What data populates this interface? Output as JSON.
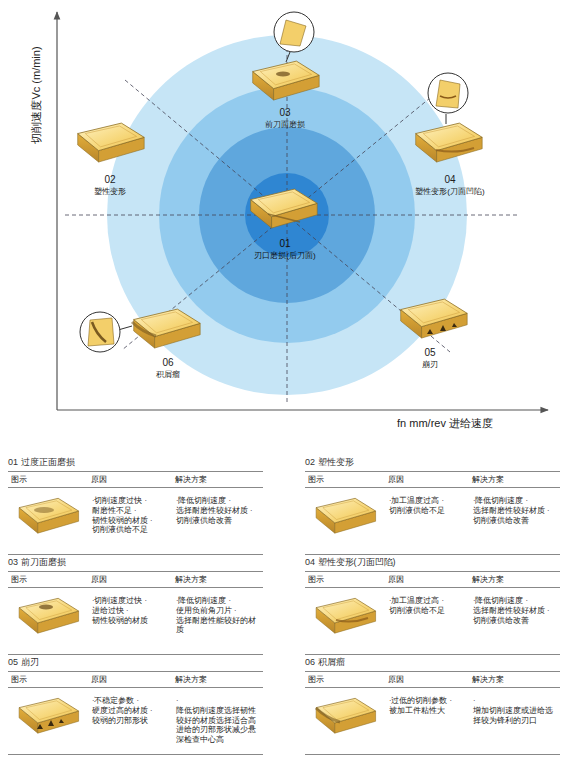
{
  "diagram": {
    "nodes": [
      {
        "text": [
          "01 过度正面磨损",
          "图示",
          "原因",
          "解决方案",
          "·切削速度过快 ·耐磨性不足 ·韧性较弱的材质 ·切削液供给不足",
          "·降低切削速度 ·选择耐磨性较好材质 ·切削液供给改善"
        ]
      },
      {
        "text": [
          "02 塑性变形",
          "图示",
          "原因",
          "解决方案",
          "·加工温度过高 ·切削液供给不足",
          "·降低切削速度 ·选择耐磨性较好材质 ·切削液供给改善"
        ]
      },
      {
        "text": [
          "03 前刀面磨损",
          "图示",
          "原因",
          "解决方案",
          "·切削速度过快 ·进给过快 ·韧性较弱的材质",
          "·降低切削速度 ·使用负前角刀片 ·选择耐磨性能较好的材质"
        ]
      },
      {
        "text": [
          "04 塑性变形(刀面凹陷)",
          "图示",
          "原因",
          "解决方案",
          "·加工温度过高 ·切削液供给不足",
          "·降低切削速度 ·选择耐磨性较好材质 ·切削液供给改善"
        ]
      },
      {
        "text": [
          "05 崩刃",
          "图示",
          "原因",
          "解决方案",
          "·不稳定参数 ·硬度过高的材质 ·较弱的刃部形状",
          "·降低切削速度选择韧性较好的材质选择适合高进给的刃部形状减少悬深检查中心高"
        ]
      },
      {
        "text": [
          "06 积屑瘤",
          "图示",
          "原因",
          "解决方案",
          "·过低的切削参数 ·被加工件粘性大",
          "·增加切削速度或进给选择较为锋利的刃口"
        ]
      }
    ],
    "labels": [
      "切削速度Vc (m/min)",
      "fn mm/rev 进给速度",
      "03",
      "前刀面磨损",
      "02",
      "塑性变形",
      "04",
      "塑性变形(刀面凹陷)",
      "01",
      "刃口磨损(后刀面)",
      "05",
      "崩刃",
      "06",
      "积屑瘤"
    ]
  }
}
